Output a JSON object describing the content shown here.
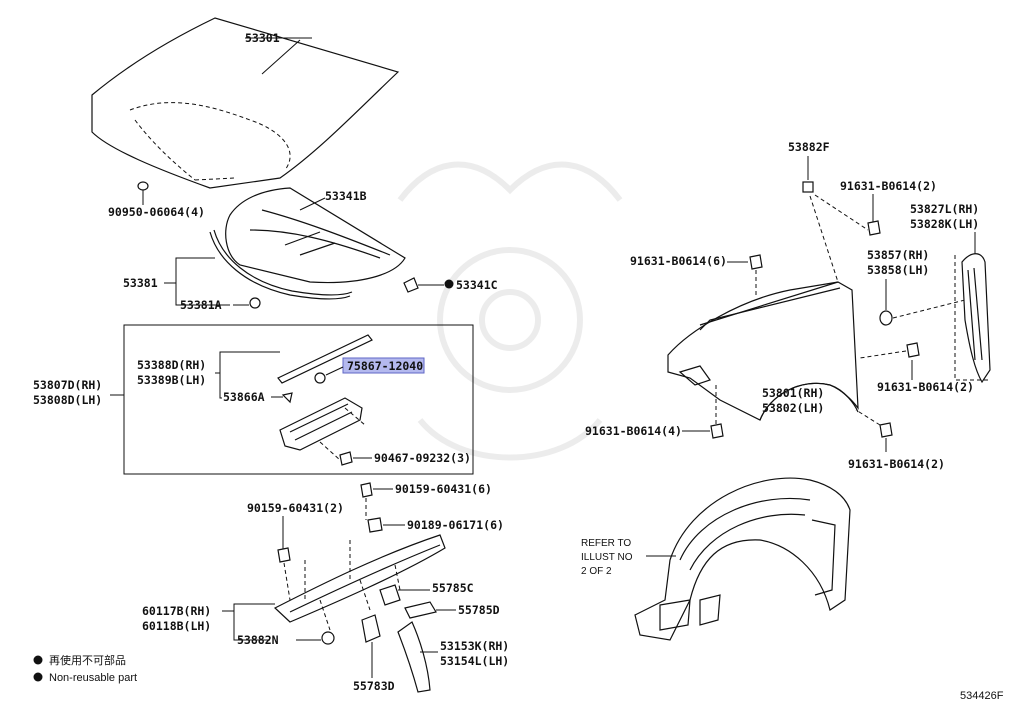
{
  "labels": {
    "p53301": "53301",
    "p90950": "90950-06064(4)",
    "p53341B": "53341B",
    "p53381": "53381",
    "p53381A": "53381A",
    "p53341C": "53341C",
    "p53388": "53388D(RH)",
    "p53389": "53389B(LH)",
    "p75867": "75867-12040",
    "p53807": "53807D(RH)",
    "p53808": "53808D(LH)",
    "p53866A": "53866A",
    "p90467": "90467-09232(3)",
    "p90159a": "90159-60431(6)",
    "p90159b": "90159-60431(2)",
    "p90189": "90189-06171(6)",
    "p60117": "60117B(RH)",
    "p60118": "60118B(LH)",
    "p53882N": "53882N",
    "p55785C": "55785C",
    "p55785D": "55785D",
    "p53153": "53153K(RH)",
    "p53154": "53154L(LH)",
    "p55783D": "55783D",
    "p53882F": "53882F",
    "p91631a": "91631-B0614(2)",
    "p53827": "53827L(RH)",
    "p53828": "53828K(LH)",
    "p91631b": "91631-B0614(6)",
    "p53857": "53857(RH)",
    "p53858": "53858(LH)",
    "p91631c": "91631-B0614(2)",
    "p53801": "53801(RH)",
    "p53802": "53802(LH)",
    "p91631d": "91631-B0614(4)",
    "p91631e": "91631-B0614(2)",
    "refer1": "REFER TO",
    "refer2": "ILLUST NO",
    "refer3": "2 OF 2"
  },
  "legend": {
    "line1": "再使用不可部品",
    "line2": "Non-reusable part"
  },
  "illustration_number": "534426F",
  "colors": {
    "highlight_fill": "#b4b9ee",
    "highlight_stroke": "#5f66c6",
    "line": "#111111"
  }
}
